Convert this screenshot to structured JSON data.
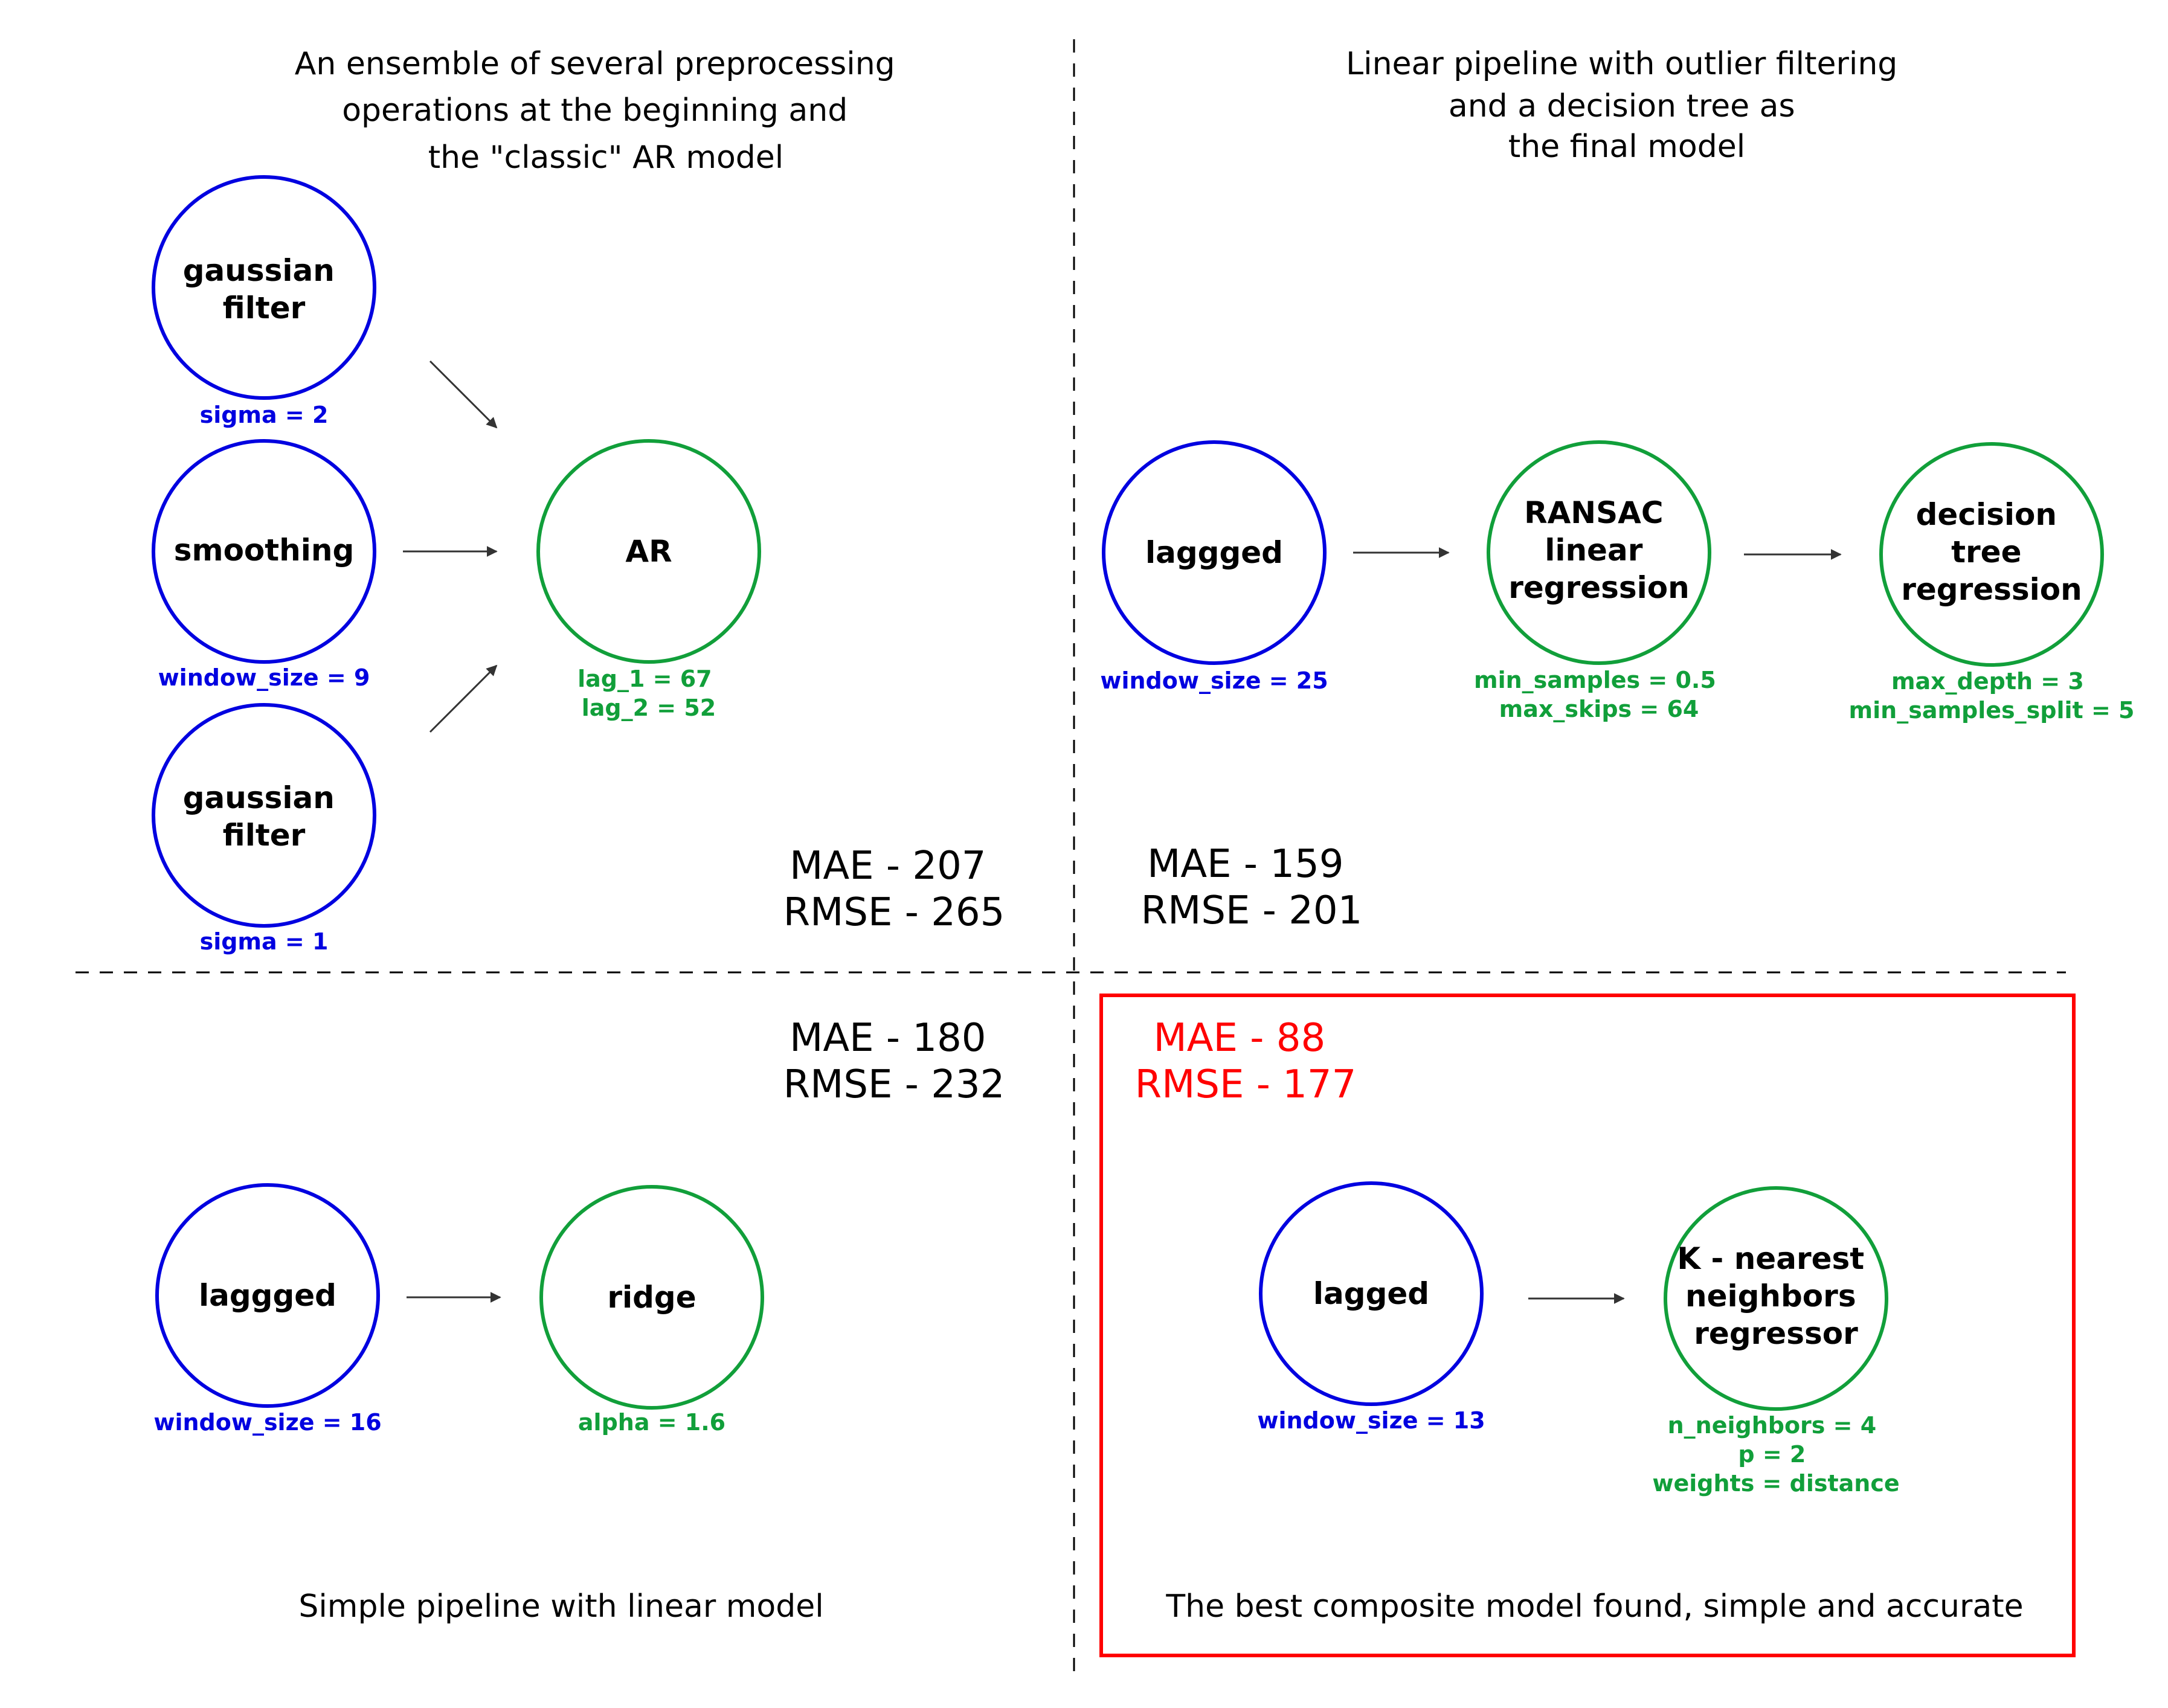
{
  "colors": {
    "preprocessing_node": "#0000e0",
    "model_node": "#119f3a",
    "best_highlight": "#ff0000",
    "arrow": "#333333",
    "divider": "#000000"
  },
  "panels": {
    "top_left": {
      "caption_lines": [
        "An ensemble of several preprocessing",
        "operations at the beginning and",
        "the \"classic\" AR model"
      ],
      "nodes": {
        "gaussian_filter_1": {
          "label_lines": [
            "gaussian",
            "filter"
          ],
          "params": [
            "sigma = 2"
          ]
        },
        "smoothing": {
          "label_lines": [
            "smoothing"
          ],
          "params": [
            "window_size = 9"
          ]
        },
        "gaussian_filter_2": {
          "label_lines": [
            "gaussian",
            "filter"
          ],
          "params": [
            "sigma = 1"
          ]
        },
        "ar": {
          "label_lines": [
            "AR"
          ],
          "params": [
            "lag_1 = 67",
            "lag_2 = 52"
          ]
        }
      },
      "metrics": {
        "mae": "MAE - 207",
        "rmse": "RMSE - 265"
      }
    },
    "top_right": {
      "caption_lines": [
        "Linear pipeline with outlier filtering",
        "and a decision tree as",
        "the final model"
      ],
      "nodes": {
        "lagged": {
          "label_lines": [
            "laggged"
          ],
          "params": [
            "window_size = 25"
          ]
        },
        "ransac": {
          "label_lines": [
            "RANSAC",
            "linear",
            "regression"
          ],
          "params": [
            "min_samples = 0.5",
            "max_skips = 64"
          ]
        },
        "dtree": {
          "label_lines": [
            "decision",
            "tree",
            "regression"
          ],
          "params": [
            "max_depth = 3",
            "min_samples_split = 5"
          ]
        }
      },
      "metrics": {
        "mae": "MAE - 159",
        "rmse": "RMSE - 201"
      }
    },
    "bottom_left": {
      "caption_lines": [
        "Simple pipeline with linear model"
      ],
      "nodes": {
        "lagged": {
          "label_lines": [
            "laggged"
          ],
          "params": [
            "window_size = 16"
          ]
        },
        "ridge": {
          "label_lines": [
            "ridge"
          ],
          "params": [
            "alpha = 1.6"
          ]
        }
      },
      "metrics": {
        "mae": "MAE - 180",
        "rmse": "RMSE - 232"
      }
    },
    "bottom_right": {
      "caption_lines": [
        "The best composite model found, simple and accurate"
      ],
      "nodes": {
        "lagged": {
          "label_lines": [
            "lagged"
          ],
          "params": [
            "window_size = 13"
          ]
        },
        "knn": {
          "label_lines": [
            "K - nearest",
            "neighbors",
            "regressor"
          ],
          "params": [
            "n_neighbors = 4",
            "p = 2",
            "weights = distance"
          ]
        }
      },
      "metrics": {
        "mae": "MAE - 88",
        "rmse": "RMSE - 177"
      }
    }
  }
}
